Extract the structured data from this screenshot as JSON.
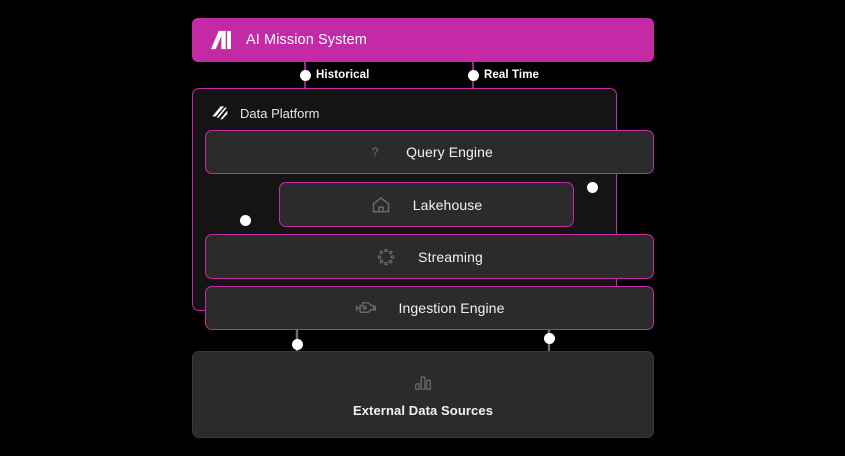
{
  "page": {
    "background": "#000000",
    "accent": "#C42AA5",
    "card_bg": "#2B2B2B",
    "container_bg": "#141414",
    "connector_gray": "#6e6e6e",
    "dot_color": "#ffffff"
  },
  "header": {
    "title": "AI Mission System",
    "logo_icon": "ai-mission-logo-icon",
    "background": "#C42AA5"
  },
  "edge_labels": [
    {
      "text": "Historical",
      "icon": "connection-dot-icon"
    },
    {
      "text": "Real Time",
      "icon": "connection-dot-icon"
    }
  ],
  "data_platform": {
    "title": "Data Platform",
    "icon": "layered-stack-icon",
    "border_color": "#C42AA5",
    "services": [
      {
        "label": "Query Engine",
        "icon": "question-mark-icon"
      },
      {
        "label": "Lakehouse",
        "icon": "house-icon"
      },
      {
        "label": "Streaming",
        "icon": "spinner-dots-icon"
      },
      {
        "label": "Ingestion Engine",
        "icon": "engine-icon"
      }
    ]
  },
  "external": {
    "label": "External Data Sources",
    "icon": "bar-chart-icon"
  }
}
